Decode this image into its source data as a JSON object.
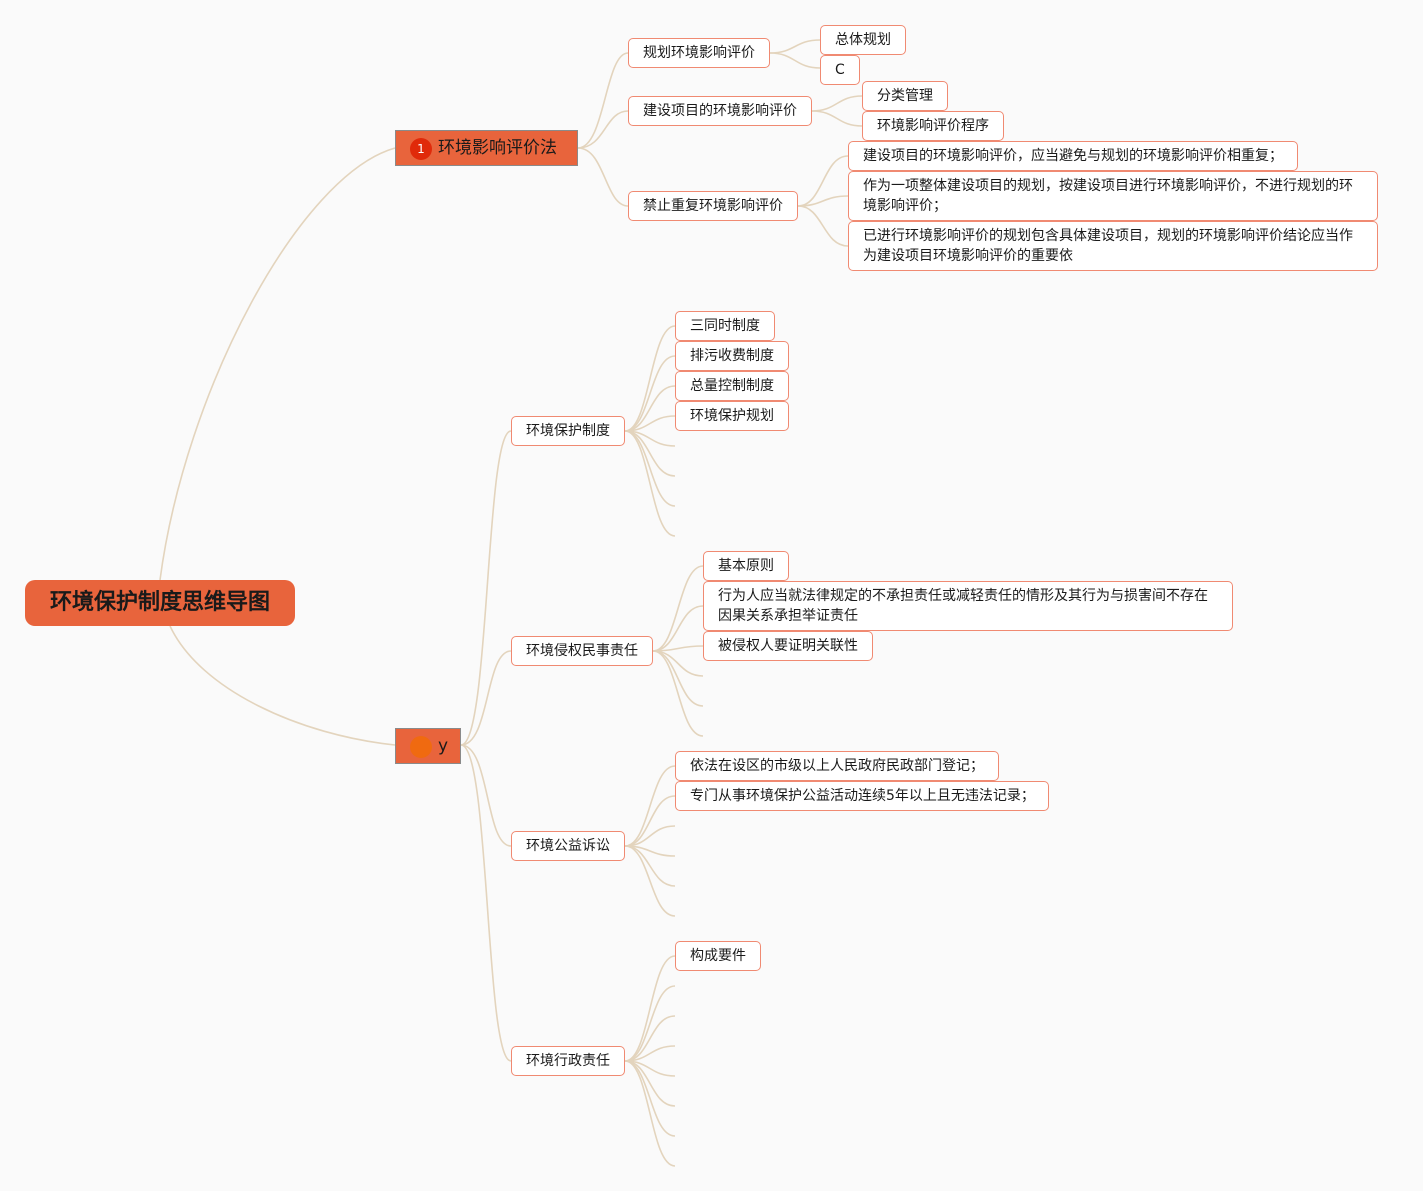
{
  "root": {
    "label": "环境保护制度思维导图"
  },
  "branch_eia": {
    "label": "环境影响评价法",
    "marker": "1",
    "children": [
      {
        "label": "规划环境影响评价",
        "children": [
          "总体规划",
          "C"
        ]
      },
      {
        "label": "建设项目的环境影响评价",
        "children": [
          "分类管理",
          "环境影响评价程序"
        ]
      },
      {
        "label": "禁止重复环境影响评价",
        "children": [
          "建设项目的环境影响评价，应当避免与规划的环境影响评价相重复；",
          "作为一项整体建设项目的规划，按建设项目进行环境影响评价，不进行规划的环境影响评价；",
          "已进行环境影响评价的规划包含具体建设项目，规划的环境影响评价结论应当作为建设项目环境影响评价的重要依"
        ]
      }
    ]
  },
  "branch_y": {
    "label": "y",
    "children": [
      {
        "label": "环境保护制度",
        "children": [
          "三同时制度",
          "排污收费制度",
          "总量控制制度",
          "环境保护规划"
        ]
      },
      {
        "label": "环境侵权民事责任",
        "children": [
          "基本原则",
          "行为人应当就法律规定的不承担责任或减轻责任的情形及其行为与损害间不存在因果关系承担举证责任",
          "被侵权人要证明关联性"
        ]
      },
      {
        "label": "环境公益诉讼",
        "children": [
          "依法在设区的市级以上人民政府民政部门登记；",
          "专门从事环境保护公益活动连续5年以上且无违法记录；"
        ]
      },
      {
        "label": "环境行政责任",
        "children": [
          "构成要件"
        ]
      }
    ]
  },
  "colors": {
    "accent": "#e8643c",
    "node_border": "#f08a72",
    "link": "#e3d4bd",
    "badge_red": "#e02a0a",
    "badge_orange": "#f06a10"
  }
}
